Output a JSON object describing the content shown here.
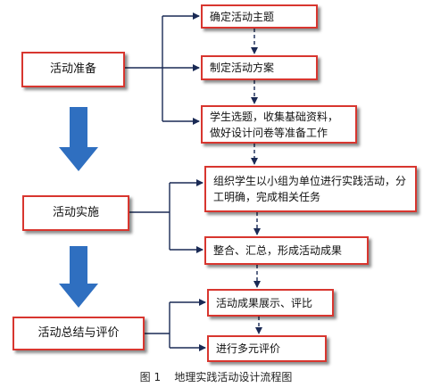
{
  "stages": [
    {
      "id": "prep",
      "label": "活动准备",
      "steps": [
        "确定活动主题",
        "制定活动方案",
        "学生选题，收集基础资料，做好设计问卷等准备工作"
      ]
    },
    {
      "id": "impl",
      "label": "活动实施",
      "steps": [
        "组织学生以小组为单位进行实践活动，分工明确，完成相关任务",
        "整合、汇总，形成活动成果"
      ]
    },
    {
      "id": "eval",
      "label": "活动总结与评价",
      "steps": [
        "活动成果展示、评比",
        "进行多元评价"
      ]
    }
  ],
  "caption": "图 1    地理实践活动设计流程图",
  "colors": {
    "box_border": "#d8362f",
    "stage_arrow": "#2f6fc0",
    "connector": "#1a2a55"
  }
}
